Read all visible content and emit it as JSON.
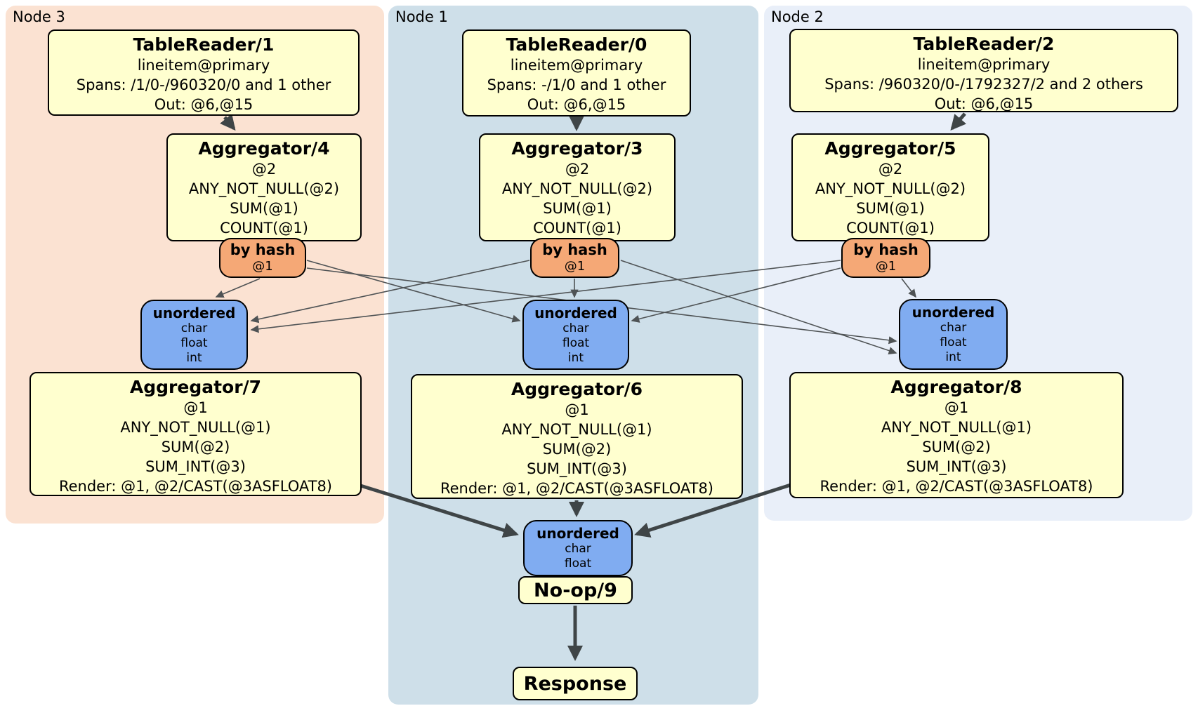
{
  "colors": {
    "node3_bg": "#fbe2d2",
    "node1_bg": "#cedfe9",
    "node2_bg": "#e9eff9",
    "processor_fill": "#ffffcf",
    "router_fill": "#f5a876",
    "sync_fill": "#80acf1",
    "edge_thin": "#4f5355",
    "edge_thick": "#3f4547"
  },
  "groups": [
    {
      "label": "Node 3"
    },
    {
      "label": "Node 1"
    },
    {
      "label": "Node 2"
    }
  ],
  "processors": {
    "tr1": {
      "title": "TableReader/1",
      "lines": [
        "lineitem@primary",
        "Spans: /1/0-/960320/0 and 1 other",
        "Out: @6,@15"
      ]
    },
    "tr0": {
      "title": "TableReader/0",
      "lines": [
        "lineitem@primary",
        "Spans: -/1/0 and 1 other",
        "Out: @6,@15"
      ]
    },
    "tr2": {
      "title": "TableReader/2",
      "lines": [
        "lineitem@primary",
        "Spans: /960320/0-/1792327/2 and 2 others",
        "Out: @6,@15"
      ]
    },
    "agg4": {
      "title": "Aggregator/4",
      "lines": [
        "@2",
        "ANY_NOT_NULL(@2)",
        "SUM(@1)",
        "COUNT(@1)"
      ]
    },
    "agg3": {
      "title": "Aggregator/3",
      "lines": [
        "@2",
        "ANY_NOT_NULL(@2)",
        "SUM(@1)",
        "COUNT(@1)"
      ]
    },
    "agg5": {
      "title": "Aggregator/5",
      "lines": [
        "@2",
        "ANY_NOT_NULL(@2)",
        "SUM(@1)",
        "COUNT(@1)"
      ]
    },
    "agg7": {
      "title": "Aggregator/7",
      "lines": [
        "@1",
        "ANY_NOT_NULL(@1)",
        "SUM(@2)",
        "SUM_INT(@3)",
        "Render: @1, @2/CAST(@3ASFLOAT8)"
      ]
    },
    "agg6": {
      "title": "Aggregator/6",
      "lines": [
        "@1",
        "ANY_NOT_NULL(@1)",
        "SUM(@2)",
        "SUM_INT(@3)",
        "Render: @1, @2/CAST(@3ASFLOAT8)"
      ]
    },
    "agg8": {
      "title": "Aggregator/8",
      "lines": [
        "@1",
        "ANY_NOT_NULL(@1)",
        "SUM(@2)",
        "SUM_INT(@3)",
        "Render: @1, @2/CAST(@3ASFLOAT8)"
      ]
    },
    "noop": {
      "title": "No-op/9"
    },
    "response": {
      "title": "Response"
    }
  },
  "routers": {
    "hash3": {
      "title": "by hash",
      "sub": "@1"
    },
    "hash1": {
      "title": "by hash",
      "sub": "@1"
    },
    "hash2": {
      "title": "by hash",
      "sub": "@1"
    }
  },
  "syncs": {
    "sync3": {
      "title": "unordered",
      "lines": [
        "char",
        "float",
        "int"
      ]
    },
    "sync1": {
      "title": "unordered",
      "lines": [
        "char",
        "float",
        "int"
      ]
    },
    "sync2": {
      "title": "unordered",
      "lines": [
        "char",
        "float",
        "int"
      ]
    },
    "syncFinal": {
      "title": "unordered",
      "lines": [
        "char",
        "float"
      ]
    }
  }
}
